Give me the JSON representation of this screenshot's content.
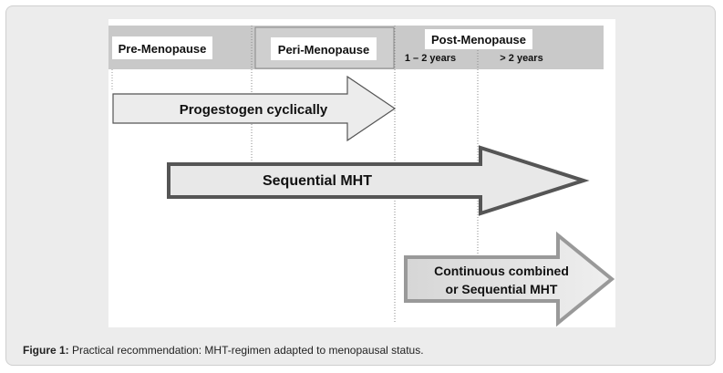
{
  "diagram": {
    "phases": {
      "pre": "Pre-Menopause",
      "peri": "Peri-Menopause",
      "post": "Post-Menopause",
      "post_sub1": "1 – 2 years",
      "post_sub2": "> 2 years"
    },
    "arrows": {
      "progestogen": "Progestogen cyclically",
      "sequential": "Sequential MHT",
      "continuous_line1": "Continuous combined",
      "continuous_line2": "or Sequential MHT"
    }
  },
  "caption": {
    "label": "Figure 1:",
    "text": " Practical recommendation: MHT-regimen adapted to menopausal status."
  },
  "colors": {
    "header_bar": "#c9c9c9",
    "arrow_fill_light": "#ececec",
    "arrow_fill_mid": "#cdcdcd",
    "arrow_stroke_dark": "#555555",
    "arrow_stroke_light": "#999999"
  }
}
